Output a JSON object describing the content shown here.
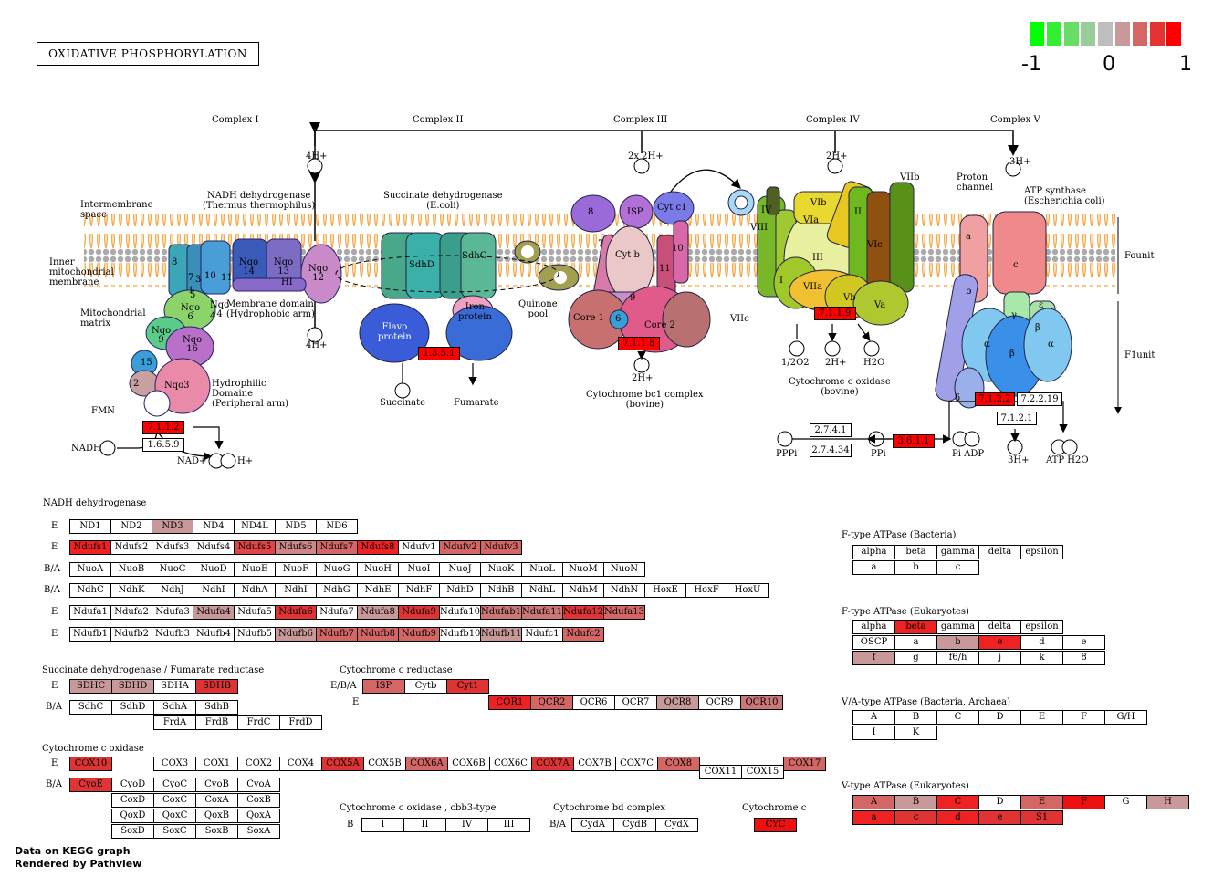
{
  "title": "OXIDATIVE PHOSPHORYLATION",
  "legend": {
    "colors": [
      "#00ff00",
      "#33ee33",
      "#66dd66",
      "#99cc99",
      "#bebebe",
      "#c99999",
      "#d56666",
      "#e33333",
      "#ff0000"
    ],
    "ticks": [
      "-1",
      "0",
      "1"
    ]
  },
  "diagram_labels": {
    "complex1": "Complex I",
    "complex2": "Complex II",
    "complex3": "Complex III",
    "complex4": "Complex IV",
    "complex5": "Complex V",
    "h4a": "4H+",
    "h4b": "4H+",
    "h2x": "2x 2H+",
    "h2_iv": "2H+",
    "h3": "3H+",
    "intermembrane": "Intermembrane\nspace",
    "inner_membrane": "Inner\nmitochondrial\nmembrane",
    "matrix": "Mitochondrial\nmatrix",
    "nadh_dh": "NADH dehydrogenase\n(Thermus thermophilus)",
    "membrane_domain": "Membrane domain\n(Hydrophobic arm)",
    "hydrophilic": "Hydrophilic\nDomaine\n(Peripheral arm)",
    "fmn": "FMN",
    "nadh": "NADH",
    "nad": "NAD+",
    "h_nad": "H+",
    "sdh": "Succinate dehydrogenase\n(E.coli)",
    "flavo": "Flavo\nprotein",
    "iron": "Iron\nprotein",
    "quinone": "Quinone\npool",
    "succinate": "Succinate",
    "fumarate": "Fumarate",
    "bc1": "Cytochrome bc1 complex\n(bovine)",
    "h2_iii": "2H+",
    "cox_bov": "Cytochrome c oxidase\n(bovine)",
    "half_o2": "1/2O2",
    "h2_iv_b": "2H+",
    "h2o": "H2O",
    "proton_channel": "Proton\nchannel",
    "atp_synthase": "ATP synthase\n(Escherichia coli)",
    "fo": "Founit",
    "f1": "F1unit",
    "pppi": "PPPi",
    "ppi": "PPi",
    "pi_adp": "Pi ADP",
    "h3b": "3H+",
    "atp_h2o": "ATP H2O",
    "sub_nqo": [
      "8",
      "7",
      "10",
      "11",
      "Nqo\n14",
      "Nqo\n13",
      "Nqo\n12",
      "HI",
      "Nqo\n6",
      "Nqo\n9",
      "Nqo\n16",
      "15",
      "2",
      "Nqo3",
      "Nqo\n4",
      "4",
      "1",
      "3",
      "5"
    ],
    "sub_sdh": [
      "SdhD",
      "SdhC"
    ],
    "sub_bc1": [
      "8",
      "ISP",
      "Cyt c1",
      "7",
      "Cyt b",
      "10",
      "11",
      "9",
      "6",
      "Core 1",
      "Core 2"
    ],
    "sub_cox": [
      "IV",
      "VIII",
      "VIb",
      "VIIb",
      "VIa",
      "II",
      "III",
      "VIc",
      "I",
      "VIIa",
      "Vb",
      "Va",
      "VIIc"
    ],
    "sub_atp": [
      "a",
      "b",
      "c",
      "ε",
      "γ",
      "α",
      "β",
      "β",
      "α",
      "δ"
    ]
  },
  "ec_boxes": [
    {
      "id": "ec-7-1-1-2",
      "label": "7.1.1.2",
      "color": "#ff0000"
    },
    {
      "id": "ec-1-6-5-9",
      "label": "1.6.5.9",
      "color": "#ffffff"
    },
    {
      "id": "ec-1-3-5-1",
      "label": "1.3.5.1",
      "color": "#ff0000"
    },
    {
      "id": "ec-7-1-1-8",
      "label": "7.1.1.8",
      "color": "#ff0000"
    },
    {
      "id": "ec-7-1-1-9",
      "label": "7.1.1.9",
      "color": "#ff0000"
    },
    {
      "id": "ec-7-1-2-2",
      "label": "7.1.2.2",
      "color": "#ff0000"
    },
    {
      "id": "ec-7-2-2-19",
      "label": "7.2.2.19",
      "color": "#ffffff"
    },
    {
      "id": "ec-7-1-2-1",
      "label": "7.1.2.1",
      "color": "#ffffff"
    },
    {
      "id": "ec-2-7-4-1",
      "label": "2.7.4.1",
      "color": "#ffffff"
    },
    {
      "id": "ec-2-7-4-34",
      "label": "2.7.4.34",
      "color": "#ffffff"
    },
    {
      "id": "ec-3-6-1-1",
      "label": "3.6.1.1",
      "color": "#ff0000"
    }
  ],
  "groups": [
    {
      "id": "nadh",
      "title": "NADH dehydrogenase"
    },
    {
      "id": "sdh",
      "title": "Succinate dehydrogenase / Fumarate reductase"
    },
    {
      "id": "cytcr",
      "title": "Cytochrome c reductase"
    },
    {
      "id": "cox",
      "title": "Cytochrome c oxidase"
    },
    {
      "id": "cbb3",
      "title": "Cytochrome c oxidase , cbb3-type"
    },
    {
      "id": "bd",
      "title": "Cytochrome bd complex"
    },
    {
      "id": "cytc",
      "title": "Cytochrome c"
    },
    {
      "id": "ftb",
      "title": "F-type ATPase (Bacteria)"
    },
    {
      "id": "fte",
      "title": "F-type ATPase (Eukaryotes)"
    },
    {
      "id": "vab",
      "title": "V/A-type ATPase (Bacteria, Archaea)"
    },
    {
      "id": "vte",
      "title": "V-type ATPase (Eukaryotes)"
    }
  ],
  "rows": [
    {
      "id": "nadh-e1",
      "label": "E",
      "cells": [
        [
          "ND1",
          "#fff"
        ],
        [
          "ND2",
          "#fff"
        ],
        [
          "ND3",
          "#c99999"
        ],
        [
          "ND4",
          "#fff"
        ],
        [
          "ND4L",
          "#fff"
        ],
        [
          "ND5",
          "#fff"
        ],
        [
          "ND6",
          "#fff"
        ]
      ]
    },
    {
      "id": "nadh-e2",
      "label": "E",
      "cells": [
        [
          "Ndufs1",
          "#ee2222"
        ],
        [
          "Ndufs2",
          "#fff"
        ],
        [
          "Ndufs3",
          "#fff"
        ],
        [
          "Ndufs4",
          "#fff"
        ],
        [
          "Ndufs5",
          "#e04444"
        ],
        [
          "Ndufs6",
          "#cc8888"
        ],
        [
          "Ndufs7",
          "#d56666"
        ],
        [
          "Ndufs8",
          "#ee2222"
        ],
        [
          "Ndufv1",
          "#fff"
        ],
        [
          "Ndufv2",
          "#d56666"
        ],
        [
          "Ndufv3",
          "#d56666"
        ]
      ]
    },
    {
      "id": "nadh-ba1",
      "label": "B/A",
      "cells": [
        [
          "NuoA",
          "#fff"
        ],
        [
          "NuoB",
          "#fff"
        ],
        [
          "NuoC",
          "#fff"
        ],
        [
          "NuoD",
          "#fff"
        ],
        [
          "NuoE",
          "#fff"
        ],
        [
          "NuoF",
          "#fff"
        ],
        [
          "NuoG",
          "#fff"
        ],
        [
          "NuoH",
          "#fff"
        ],
        [
          "NuoI",
          "#fff"
        ],
        [
          "NuoJ",
          "#fff"
        ],
        [
          "NuoK",
          "#fff"
        ],
        [
          "NuoL",
          "#fff"
        ],
        [
          "NuoM",
          "#fff"
        ],
        [
          "NuoN",
          "#fff"
        ]
      ]
    },
    {
      "id": "nadh-ba2",
      "label": "B/A",
      "cells": [
        [
          "NdhC",
          "#fff"
        ],
        [
          "NdhK",
          "#fff"
        ],
        [
          "NdhJ",
          "#fff"
        ],
        [
          "NdhI",
          "#fff"
        ],
        [
          "NdhA",
          "#fff"
        ],
        [
          "NdhI",
          "#fff"
        ],
        [
          "NdhG",
          "#fff"
        ],
        [
          "NdhE",
          "#fff"
        ],
        [
          "NdhF",
          "#fff"
        ],
        [
          "NdhD",
          "#fff"
        ],
        [
          "NdhB",
          "#fff"
        ],
        [
          "NdhL",
          "#fff"
        ],
        [
          "NdhM",
          "#fff"
        ],
        [
          "NdhN",
          "#fff"
        ],
        [
          "HoxE",
          "#fff"
        ],
        [
          "HoxF",
          "#fff"
        ],
        [
          "HoxU",
          "#fff"
        ]
      ]
    },
    {
      "id": "nadh-e3",
      "label": "E",
      "cells": [
        [
          "Ndufa1",
          "#fff"
        ],
        [
          "Ndufa2",
          "#fff"
        ],
        [
          "Ndufa3",
          "#fff"
        ],
        [
          "Ndufa4",
          "#c99999"
        ],
        [
          "Ndufa5",
          "#fff"
        ],
        [
          "Ndufa6",
          "#e03333"
        ],
        [
          "Ndufa7",
          "#fff"
        ],
        [
          "Ndufa8",
          "#c99999"
        ],
        [
          "Ndufa9",
          "#e03333"
        ],
        [
          "Ndufa10",
          "#fff"
        ],
        [
          "Ndufab1",
          "#cc7777"
        ],
        [
          "Ndufa11",
          "#cc7777"
        ],
        [
          "Ndufa12",
          "#e03333"
        ],
        [
          "Ndufa13",
          "#d56666"
        ]
      ]
    },
    {
      "id": "nadh-e4",
      "label": "E",
      "cells": [
        [
          "Ndufb1",
          "#fff"
        ],
        [
          "Ndufb2",
          "#fff"
        ],
        [
          "Ndufb3",
          "#fff"
        ],
        [
          "Ndufb4",
          "#fff"
        ],
        [
          "Ndufb5",
          "#fff"
        ],
        [
          "Ndufb6",
          "#c99999"
        ],
        [
          "Ndufb7",
          "#d56666"
        ],
        [
          "Ndufb8",
          "#d56666"
        ],
        [
          "Ndufb9",
          "#d56666"
        ],
        [
          "Ndufb10",
          "#fff"
        ],
        [
          "Ndufb11",
          "#c99999"
        ],
        [
          "Ndufc1",
          "#fff"
        ],
        [
          "Ndufc2",
          "#d56666"
        ]
      ]
    },
    {
      "id": "sdh-e",
      "label": "E",
      "cells": [
        [
          "SDHC",
          "#c99999"
        ],
        [
          "SDHD",
          "#c99999"
        ],
        [
          "SDHA",
          "#fff"
        ],
        [
          "SDHB",
          "#e03333"
        ]
      ]
    },
    {
      "id": "sdh-ba1",
      "label": "B/A",
      "cells": [
        [
          "SdhC",
          "#fff"
        ],
        [
          "SdhD",
          "#fff"
        ],
        [
          "SdhA",
          "#fff"
        ],
        [
          "SdhB",
          "#fff"
        ]
      ]
    },
    {
      "id": "sdh-ba2",
      "label": "",
      "cells": [
        [
          "FrdA",
          "#fff"
        ],
        [
          "FrdB",
          "#fff"
        ],
        [
          "FrdC",
          "#fff"
        ],
        [
          "FrdD",
          "#fff"
        ]
      ]
    },
    {
      "id": "cytcr-eba",
      "label": "E/B/A",
      "cells": [
        [
          "ISP",
          "#d56666"
        ],
        [
          "Cytb",
          "#fff"
        ],
        [
          "Cyt1",
          "#e03333"
        ]
      ]
    },
    {
      "id": "cytcr-e",
      "label": "E",
      "cells": [
        [
          "COR1",
          "#ee2222"
        ],
        [
          "QCR2",
          "#d56666"
        ],
        [
          "QCR6",
          "#fff"
        ],
        [
          "QCR7",
          "#fff"
        ],
        [
          "QCR8",
          "#c99999"
        ],
        [
          "QCR9",
          "#fff"
        ],
        [
          "QCR10",
          "#cc7777"
        ]
      ]
    },
    {
      "id": "cox-e",
      "label": "E",
      "cells": [
        [
          "COX10",
          "#e03333"
        ]
      ]
    },
    {
      "id": "cox-e2",
      "label": "",
      "cells": [
        [
          "COX3",
          "#fff"
        ],
        [
          "COX1",
          "#fff"
        ],
        [
          "COX2",
          "#fff"
        ],
        [
          "COX4",
          "#fff"
        ],
        [
          "COX5A",
          "#e03333"
        ],
        [
          "COX5B",
          "#fff"
        ],
        [
          "COX6A",
          "#d56666"
        ],
        [
          "COX6B",
          "#fff"
        ],
        [
          "COX6C",
          "#fff"
        ],
        [
          "COX7A",
          "#e03333"
        ],
        [
          "COX7B",
          "#fff"
        ],
        [
          "COX7C",
          "#fff"
        ],
        [
          "COX8",
          "#d56666"
        ]
      ]
    },
    {
      "id": "cox-eba",
      "label": "E/B/A",
      "cells": [
        [
          "COX11",
          "#fff"
        ],
        [
          "COX15",
          "#fff"
        ]
      ]
    },
    {
      "id": "cox-17",
      "label": "",
      "cells": [
        [
          "COX17",
          "#d56666"
        ]
      ]
    },
    {
      "id": "cox-ba1",
      "label": "B/A",
      "cells": [
        [
          "CyoE",
          "#e03333"
        ],
        [
          "CyoD",
          "#fff"
        ],
        [
          "CyoC",
          "#fff"
        ],
        [
          "CyoB",
          "#fff"
        ],
        [
          "CyoA",
          "#fff"
        ]
      ]
    },
    {
      "id": "cox-ba2",
      "label": "",
      "cells": [
        [
          "CoxD",
          "#fff"
        ],
        [
          "CoxC",
          "#fff"
        ],
        [
          "CoxA",
          "#fff"
        ],
        [
          "CoxB",
          "#fff"
        ]
      ]
    },
    {
      "id": "cox-ba3",
      "label": "",
      "cells": [
        [
          "QoxD",
          "#fff"
        ],
        [
          "QoxC",
          "#fff"
        ],
        [
          "QoxB",
          "#fff"
        ],
        [
          "QoxA",
          "#fff"
        ]
      ]
    },
    {
      "id": "cox-ba4",
      "label": "",
      "cells": [
        [
          "SoxD",
          "#fff"
        ],
        [
          "SoxC",
          "#fff"
        ],
        [
          "SoxB",
          "#fff"
        ],
        [
          "SoxA",
          "#fff"
        ]
      ]
    },
    {
      "id": "cbb3-b",
      "label": "B",
      "cells": [
        [
          "I",
          "#fff"
        ],
        [
          "II",
          "#fff"
        ],
        [
          "IV",
          "#fff"
        ],
        [
          "III",
          "#fff"
        ]
      ]
    },
    {
      "id": "bd-ba",
      "label": "B/A",
      "cells": [
        [
          "CydA",
          "#fff"
        ],
        [
          "CydB",
          "#fff"
        ],
        [
          "CydX",
          "#fff"
        ]
      ]
    },
    {
      "id": "cytc-cyc",
      "label": "",
      "cells": [
        [
          "CYC",
          "#ee1111"
        ]
      ]
    },
    {
      "id": "ftb-1",
      "label": "",
      "cells": [
        [
          "alpha",
          "#fff"
        ],
        [
          "beta",
          "#fff"
        ],
        [
          "gamma",
          "#fff"
        ],
        [
          "delta",
          "#fff"
        ],
        [
          "epsilon",
          "#fff"
        ]
      ]
    },
    {
      "id": "ftb-2",
      "label": "",
      "cells": [
        [
          "a",
          "#fff"
        ],
        [
          "b",
          "#fff"
        ],
        [
          "c",
          "#fff"
        ]
      ]
    },
    {
      "id": "fte-1",
      "label": "",
      "cells": [
        [
          "alpha",
          "#fff"
        ],
        [
          "beta",
          "#ee2222"
        ],
        [
          "gamma",
          "#fff"
        ],
        [
          "delta",
          "#fff"
        ],
        [
          "epsilon",
          "#fff"
        ]
      ]
    },
    {
      "id": "fte-2",
      "label": "",
      "cells": [
        [
          "OSCP",
          "#fff"
        ],
        [
          "a",
          "#fff"
        ],
        [
          "b",
          "#c99999"
        ],
        [
          "e",
          "#ee2222"
        ],
        [
          "d",
          "#fff"
        ],
        [
          "e",
          "#fff"
        ]
      ]
    },
    {
      "id": "fte-3",
      "label": "",
      "cells": [
        [
          "f",
          "#c99999"
        ],
        [
          "g",
          "#fff"
        ],
        [
          "f6/h",
          "#fff"
        ],
        [
          "j",
          "#fff"
        ],
        [
          "k",
          "#fff"
        ],
        [
          "8",
          "#fff"
        ]
      ]
    },
    {
      "id": "vab-1",
      "label": "",
      "cells": [
        [
          "A",
          "#fff"
        ],
        [
          "B",
          "#fff"
        ],
        [
          "C",
          "#fff"
        ],
        [
          "D",
          "#fff"
        ],
        [
          "E",
          "#fff"
        ],
        [
          "F",
          "#fff"
        ],
        [
          "G/H",
          "#fff"
        ]
      ]
    },
    {
      "id": "vab-2",
      "label": "",
      "cells": [
        [
          "I",
          "#fff"
        ],
        [
          "K",
          "#fff"
        ]
      ]
    },
    {
      "id": "vte-1",
      "label": "",
      "cells": [
        [
          "A",
          "#d56666"
        ],
        [
          "B",
          "#c99999"
        ],
        [
          "C",
          "#ee2222"
        ],
        [
          "D",
          "#fff"
        ],
        [
          "E",
          "#d56666"
        ],
        [
          "F",
          "#ee1111"
        ],
        [
          "G",
          "#fff"
        ],
        [
          "H",
          "#c99999"
        ]
      ]
    },
    {
      "id": "vte-2",
      "label": "",
      "cells": [
        [
          "a",
          "#ee2222"
        ],
        [
          "c",
          "#e03333"
        ],
        [
          "d",
          "#ee2222"
        ],
        [
          "e",
          "#e03333"
        ],
        [
          "S1",
          "#e03333"
        ]
      ]
    }
  ],
  "footer": {
    "line1": "Data on KEGG graph",
    "line2": "Rendered by Pathview"
  }
}
